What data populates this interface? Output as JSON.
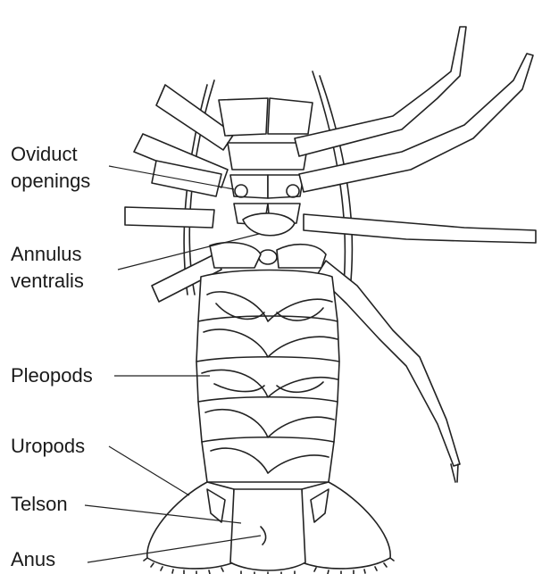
{
  "figure": {
    "ink_color": "#222222",
    "background": "#ffffff",
    "labels": {
      "oviduct_line1": "Oviduct",
      "oviduct_line2": "openings",
      "annulus_line1": "Annulus",
      "annulus_line2": "ventralis",
      "pleopods": "Pleopods",
      "uropods": "Uropods",
      "telson": "Telson",
      "anus": "Anus"
    }
  }
}
